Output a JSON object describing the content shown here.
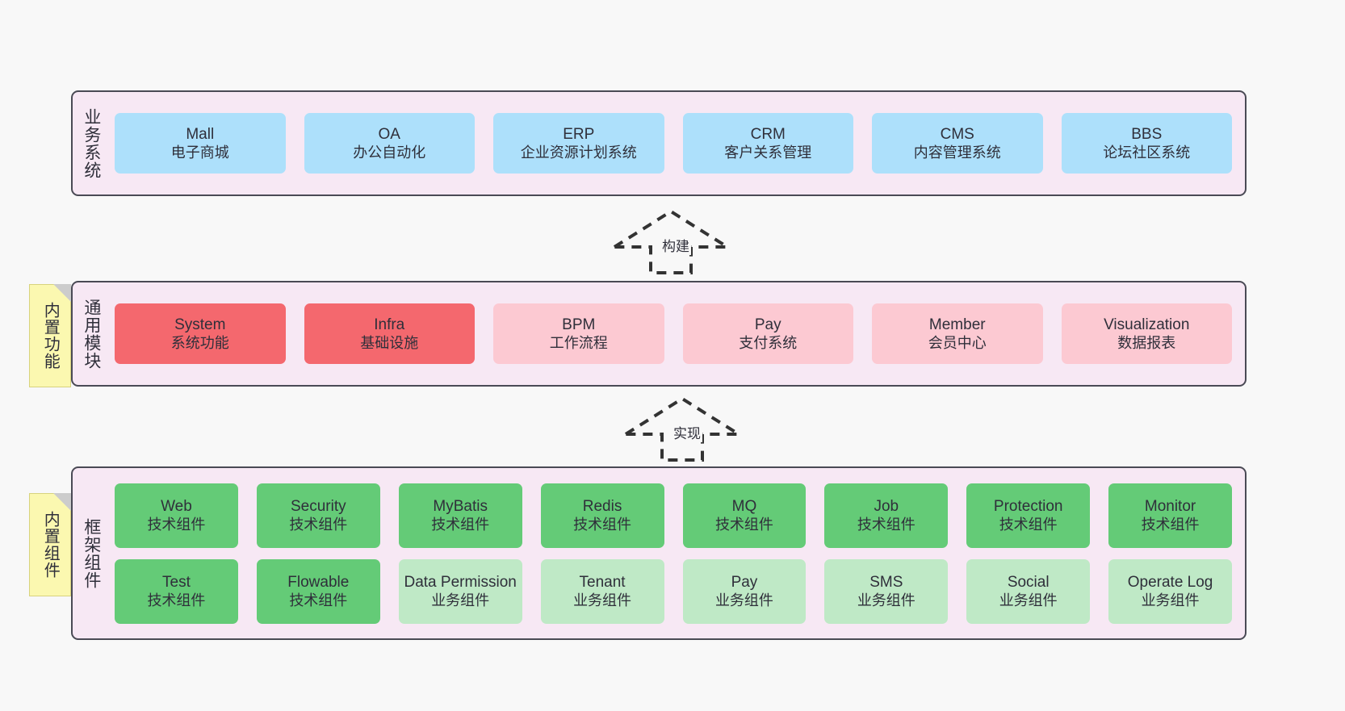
{
  "theme": {
    "page_background": "#f8f8f8",
    "layer_background": "#f7e8f4",
    "layer_border": "#4a4a55",
    "note_background": "#fbf8b0",
    "color_blue": "#ade0fb",
    "color_red_strong": "#f4686e",
    "color_red_soft": "#fcc9d2",
    "color_green_strong": "#64cb77",
    "color_green_soft": "#bfe9c6"
  },
  "layers": {
    "business": {
      "caption": "业务系统",
      "boxes": [
        {
          "en": "Mall",
          "cn": "电子商城"
        },
        {
          "en": "OA",
          "cn": "办公自动化"
        },
        {
          "en": "ERP",
          "cn": "企业资源计划系统"
        },
        {
          "en": "CRM",
          "cn": "客户关系管理"
        },
        {
          "en": "CMS",
          "cn": "内容管理系统"
        },
        {
          "en": "BBS",
          "cn": "论坛社区系统"
        }
      ]
    },
    "common": {
      "caption": "通用模块",
      "note": "内置功能",
      "boxes": [
        {
          "en": "System",
          "cn": "系统功能"
        },
        {
          "en": "Infra",
          "cn": "基础设施"
        },
        {
          "en": "BPM",
          "cn": "工作流程"
        },
        {
          "en": "Pay",
          "cn": "支付系统"
        },
        {
          "en": "Member",
          "cn": "会员中心"
        },
        {
          "en": "Visualization",
          "cn": "数据报表"
        }
      ]
    },
    "framework": {
      "caption": "框架组件",
      "note": "内置组件",
      "row1": [
        {
          "en": "Web",
          "cn": "技术组件"
        },
        {
          "en": "Security",
          "cn": "技术组件"
        },
        {
          "en": "MyBatis",
          "cn": "技术组件"
        },
        {
          "en": "Redis",
          "cn": "技术组件"
        },
        {
          "en": "MQ",
          "cn": "技术组件"
        },
        {
          "en": "Job",
          "cn": "技术组件"
        },
        {
          "en": "Protection",
          "cn": "技术组件"
        },
        {
          "en": "Monitor",
          "cn": "技术组件"
        }
      ],
      "row2": [
        {
          "en": "Test",
          "cn": "技术组件"
        },
        {
          "en": "Flowable",
          "cn": "技术组件"
        },
        {
          "en": "Data Permission",
          "cn": "业务组件"
        },
        {
          "en": "Tenant",
          "cn": "业务组件"
        },
        {
          "en": "Pay",
          "cn": "业务组件"
        },
        {
          "en": "SMS",
          "cn": "业务组件"
        },
        {
          "en": "Social",
          "cn": "业务组件"
        },
        {
          "en": "Operate Log",
          "cn": "业务组件"
        }
      ]
    }
  },
  "arrows": [
    {
      "label": "构建",
      "direction": "up",
      "style": "dashed-hollow-triangle"
    },
    {
      "label": "实现",
      "direction": "up",
      "style": "dashed-hollow-triangle"
    }
  ]
}
